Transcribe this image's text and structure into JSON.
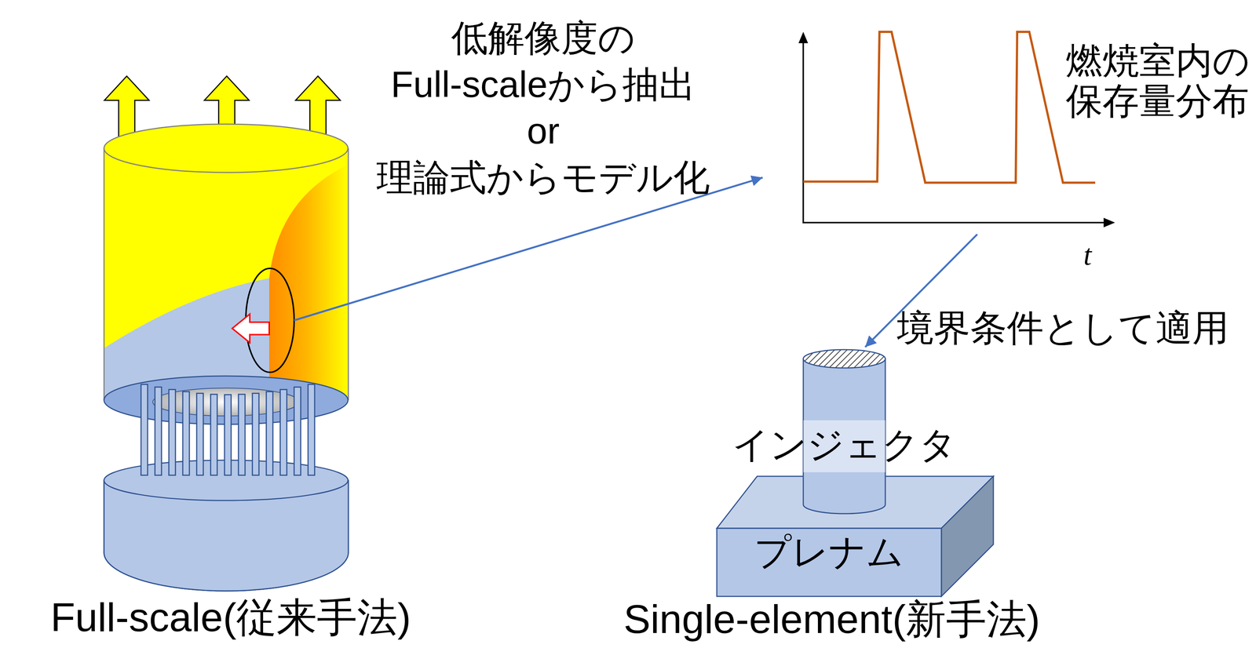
{
  "diagram": {
    "nodes": [
      {
        "text": [
          "Full-scale(従来手法)"
        ]
      },
      {
        "text": [
          "燃焼室内の 保存量分布"
        ]
      },
      {
        "text": [
          "Single-element(新手法)"
        ]
      },
      {
        "text": [
          "インジェクタ"
        ],
        "in": 2
      },
      {
        "text": [
          "プレナム"
        ],
        "in": 2
      }
    ],
    "edges": [
      {
        "from": 0,
        "to": 1,
        "arrow": "to",
        "label": "低解像度の Full-scaleから抽出 or 理論式からモデル化"
      },
      {
        "from": 1,
        "to": 3,
        "arrow": "to",
        "label": "境界条件として適用"
      }
    ],
    "labels": [
      "t"
    ]
  }
}
